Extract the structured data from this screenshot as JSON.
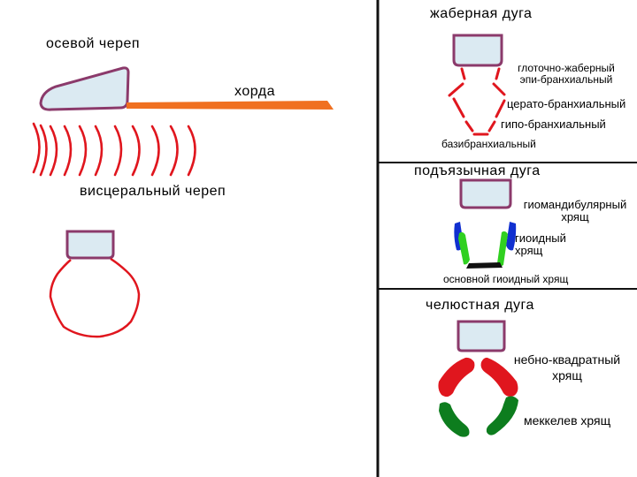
{
  "left": {
    "axial_skull_label": "осевой череп",
    "notochord_label": "хорда",
    "visceral_skull_label": "висцеральный череп"
  },
  "branchial_arch": {
    "title": "жаберная дуга",
    "pharyngobranchial_line1": "глоточно-жаберный",
    "pharyngobranchial_line2": "эпи-бранхиальный",
    "ceratobranchial": "церато-бранхиальный",
    "hypobranchial": "гипо-бранхиальный",
    "basibranchial": "базибранхиальный"
  },
  "hyoid_arch": {
    "title": "подъязычная дуга",
    "hyomandibular_line1": "гиомандибулярный",
    "hyomandibular_line2": "хрящ",
    "hyoid_line1": "гиоидный",
    "hyoid_line2": "хрящ",
    "basihyal": "основной гиоидный хрящ"
  },
  "mandibular_arch": {
    "title": "челюстная дуга",
    "palatoquadrate_line1": "небно-квадратный",
    "palatoquadrate_line2": "хрящ",
    "meckel": "меккелев хрящ"
  },
  "colors": {
    "skull_fill": "#dbeaf2",
    "skull_outline": "#8b3a6b",
    "arch_red": "#e0161e",
    "notochord": "#f07020",
    "hyomandibular_blue": "#1030d0",
    "hyoid_green": "#30d020",
    "meckel_green": "#0d7d1e",
    "divider": "#111111"
  }
}
